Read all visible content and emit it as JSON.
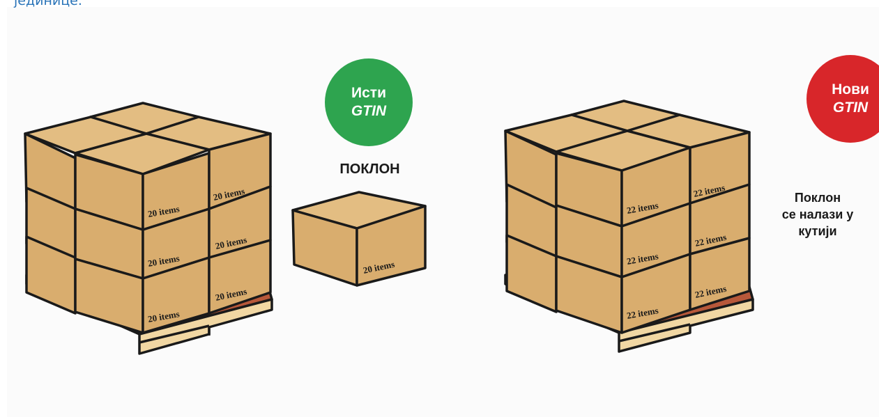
{
  "caption": "јединице.",
  "colors": {
    "box": "#d9ad6e",
    "box_top": "#e3bd82",
    "pallet_top": "#b7583a",
    "pallet_wood": "#f1d7a3",
    "green": "#2ea44f",
    "red": "#d8262a",
    "outline": "#1a1a1a"
  },
  "left_pallet": {
    "labels": [
      "20 items",
      "20 items",
      "20 items",
      "20 items",
      "20 items",
      "20 items"
    ]
  },
  "gift_box": {
    "label": "20 items"
  },
  "same_gtin": {
    "line1": "Исти",
    "line2": "GTIN"
  },
  "gift_title": "ПОКЛОН",
  "right_pallet": {
    "labels": [
      "22 items",
      "22 items",
      "22 items",
      "22 items",
      "22 items",
      "22 items"
    ]
  },
  "new_gtin": {
    "line1": "Нови",
    "line2": "GTIN"
  },
  "gift_inside": {
    "line1": "Поклон",
    "line2": "се налази у",
    "line3": "кутији"
  }
}
